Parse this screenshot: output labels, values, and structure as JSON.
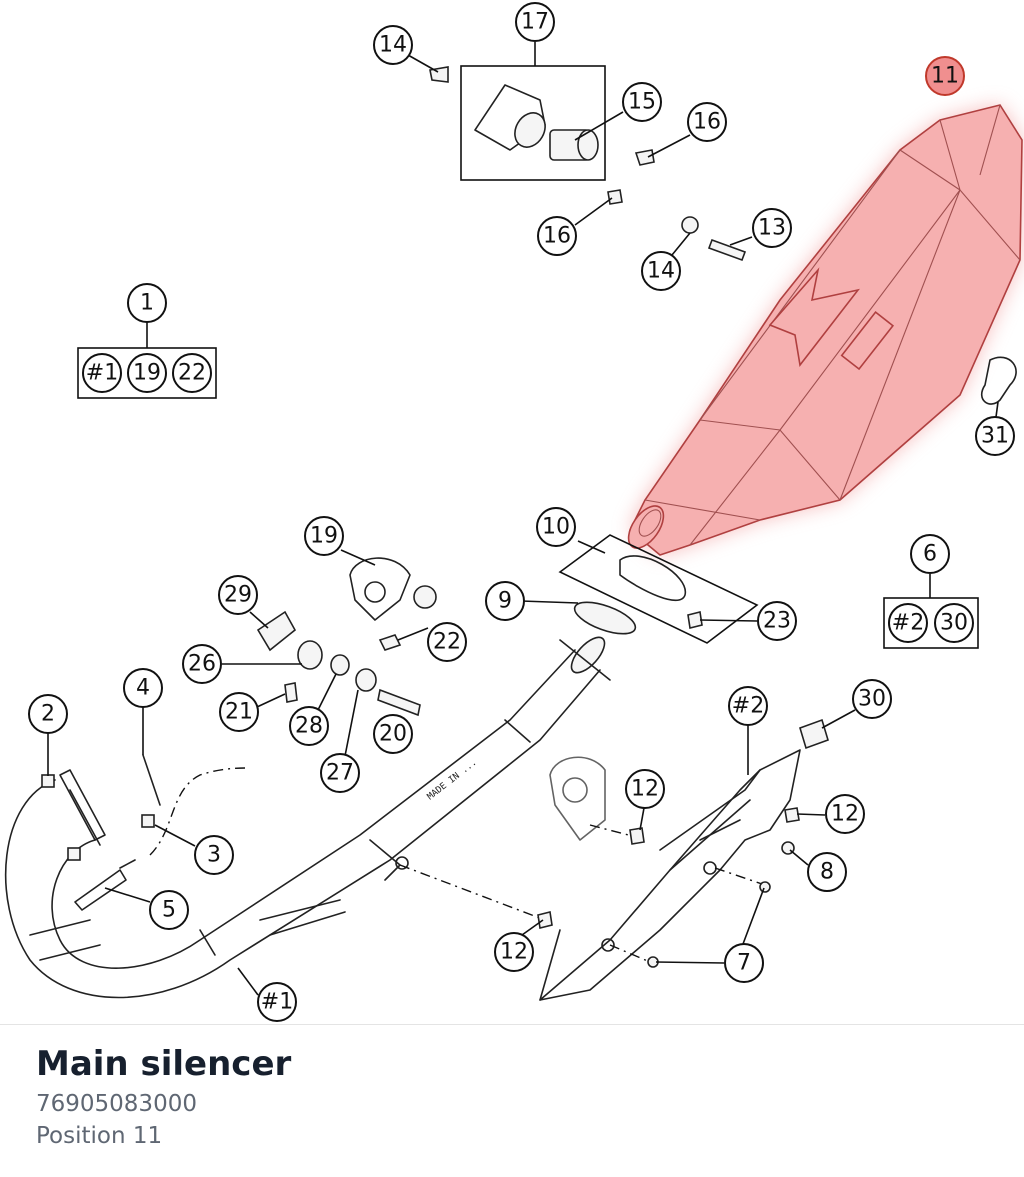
{
  "callouts": {
    "c1": "1",
    "c2": "2",
    "c3": "3",
    "c4": "4",
    "c5": "5",
    "c6": "6",
    "c7": "7",
    "c8": "8",
    "c9": "9",
    "c10": "10",
    "c11": "11",
    "c12a": "12",
    "c12b": "12",
    "c12c": "12",
    "c13": "13",
    "c14a": "14",
    "c14b": "14",
    "c15": "15",
    "c16a": "16",
    "c16b": "16",
    "c17": "17",
    "c19": "19",
    "c20": "20",
    "c21": "21",
    "c22": "22",
    "c23": "23",
    "c26": "26",
    "c27": "27",
    "c28": "28",
    "c29": "29",
    "c30": "30",
    "c31": "31",
    "m1": "#1",
    "m2": "#2"
  },
  "groups": {
    "g1": [
      "#1",
      "19",
      "22"
    ],
    "g6": [
      "#2",
      "30"
    ]
  },
  "stamp": "MADE IN ...",
  "highlight_color": "#e74c3c",
  "part": {
    "title": "Main silencer",
    "number": "76905083000",
    "position": "Position 11"
  }
}
